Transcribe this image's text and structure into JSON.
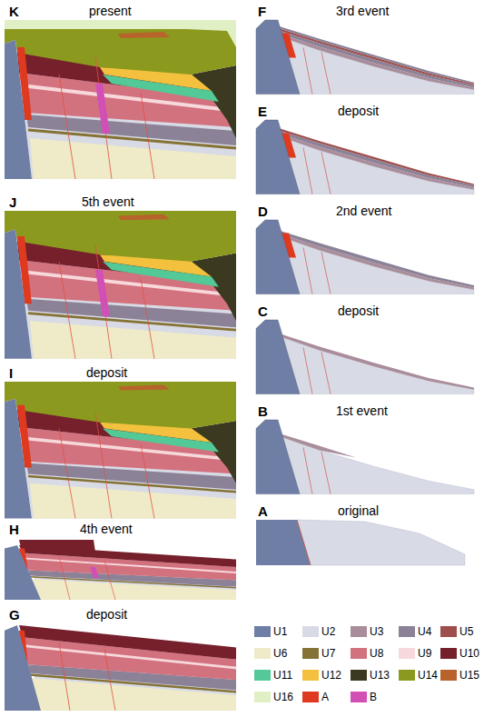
{
  "diagram": {
    "labels": [
      "present",
      "K",
      "5th event",
      "J",
      "deposit",
      "I",
      "4th event",
      "H",
      "deposit",
      "G",
      "3rd event",
      "F",
      "deposit",
      "E",
      "2nd event",
      "D",
      "deposit",
      "C",
      "1st event",
      "B",
      "original",
      "A"
    ],
    "legend": [
      {
        "text": "U1",
        "color": "#6f7ea4"
      },
      {
        "text": "U2",
        "color": "#d8dbe5"
      },
      {
        "text": "U3",
        "color": "#a98d9b"
      },
      {
        "text": "U4",
        "color": "#8c8298"
      },
      {
        "text": "U5",
        "color": "#9e4f4d"
      },
      {
        "text": "U6",
        "color": "#efeac7"
      },
      {
        "text": "U7",
        "color": "#857235"
      },
      {
        "text": "U8",
        "color": "#d3727f"
      },
      {
        "text": "U9",
        "color": "#f7d9dc"
      },
      {
        "text": "U10",
        "color": "#76202c"
      },
      {
        "text": "U11",
        "color": "#52c996"
      },
      {
        "text": "U12",
        "color": "#f3c13e"
      },
      {
        "text": "U13",
        "color": "#3b3a20"
      },
      {
        "text": "U14",
        "color": "#8b9a1e"
      },
      {
        "text": "U15",
        "color": "#b7632b"
      },
      {
        "text": "U16",
        "color": "#e0efc4"
      },
      {
        "text": "A",
        "color": "#df3a20"
      },
      {
        "text": "B",
        "color": "#d24fb5"
      }
    ]
  }
}
